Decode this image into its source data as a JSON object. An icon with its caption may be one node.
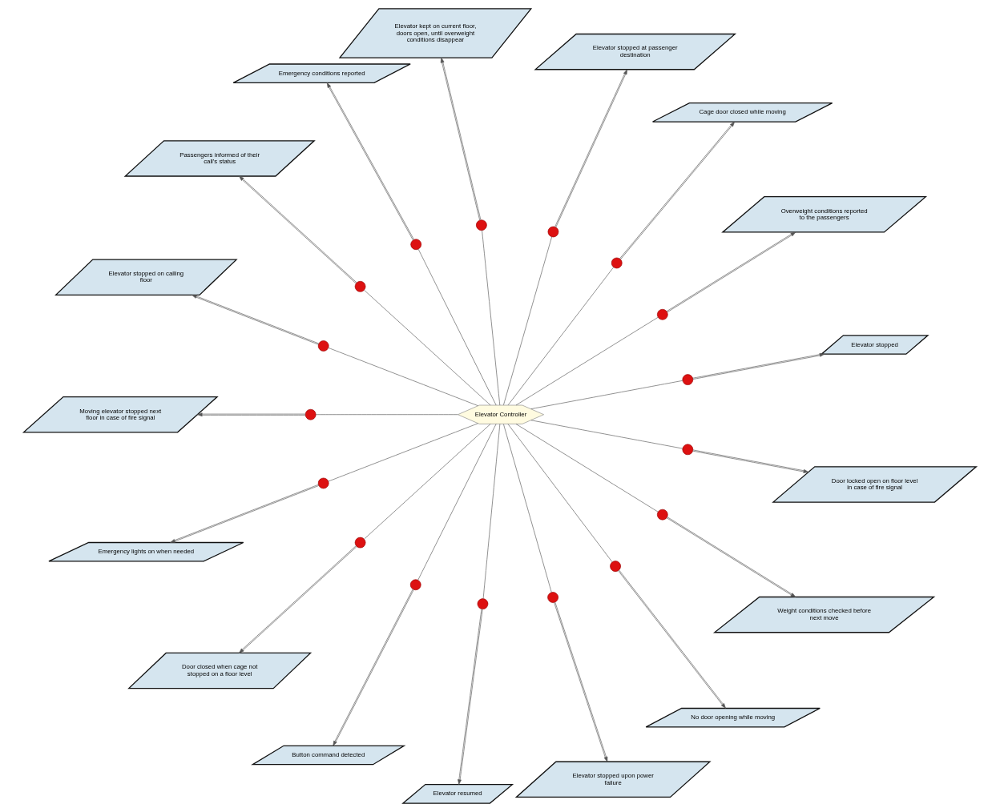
{
  "diagram": {
    "nodes": [
      {
        "text": [
          "Elevator Controller"
        ]
      },
      {
        "text": [
          "Elevator stopped"
        ]
      },
      {
        "text": [
          "Overweight conditions reported to the passengers"
        ]
      },
      {
        "text": [
          "Cage door closed while moving"
        ]
      },
      {
        "text": [
          "Elevator stopped at passenger destination"
        ]
      },
      {
        "text": [
          "Elevator kept on current floor, doors open, until overweight conditions disappear"
        ]
      },
      {
        "text": [
          "Emergency conditions reported"
        ]
      },
      {
        "text": [
          "Passengers informed of their call's status"
        ]
      },
      {
        "text": [
          "Elevator stopped on calling floor"
        ]
      },
      {
        "text": [
          "Moving elevator stopped next floor in case of fire signal"
        ]
      },
      {
        "text": [
          "Emergency lights on when needed"
        ]
      },
      {
        "text": [
          "Door closed when cage not stopped on a floor level"
        ]
      },
      {
        "text": [
          "Button command detected"
        ]
      },
      {
        "text": [
          "Elevator resumed"
        ]
      },
      {
        "text": [
          "Elevator stopped upon power failure"
        ]
      },
      {
        "text": [
          "No door opening while moving"
        ]
      },
      {
        "text": [
          "Weight conditions checked before next move"
        ]
      },
      {
        "text": [
          "Door locked open on floor level in case of fire signal"
        ]
      },
      {
        "text": [],
        "shape": "circle"
      },
      {
        "text": [],
        "shape": "circle"
      },
      {
        "text": [],
        "shape": "circle"
      },
      {
        "text": [],
        "shape": "circle"
      },
      {
        "text": [],
        "shape": "circle"
      },
      {
        "text": [],
        "shape": "circle"
      },
      {
        "text": [],
        "shape": "circle"
      },
      {
        "text": [],
        "shape": "circle"
      },
      {
        "text": [],
        "shape": "circle"
      },
      {
        "text": [],
        "shape": "circle"
      },
      {
        "text": [],
        "shape": "circle"
      },
      {
        "text": [],
        "shape": "circle"
      },
      {
        "text": [],
        "shape": "circle"
      },
      {
        "text": [],
        "shape": "circle"
      },
      {
        "text": [],
        "shape": "circle"
      },
      {
        "text": [],
        "shape": "circle"
      },
      {
        "text": [],
        "shape": "circle"
      }
    ],
    "edges": [
      {
        "from": 0,
        "to": 18,
        "arrow": "none"
      },
      {
        "from": 18,
        "to": 1,
        "arrow": "to"
      },
      {
        "from": 0,
        "to": 19,
        "arrow": "none"
      },
      {
        "from": 19,
        "to": 2,
        "arrow": "to"
      },
      {
        "from": 0,
        "to": 20,
        "arrow": "none"
      },
      {
        "from": 20,
        "to": 3,
        "arrow": "to"
      },
      {
        "from": 0,
        "to": 21,
        "arrow": "none"
      },
      {
        "from": 21,
        "to": 4,
        "arrow": "to"
      },
      {
        "from": 0,
        "to": 22,
        "arrow": "none"
      },
      {
        "from": 22,
        "to": 5,
        "arrow": "to"
      },
      {
        "from": 0,
        "to": 23,
        "arrow": "none"
      },
      {
        "from": 23,
        "to": 6,
        "arrow": "to"
      },
      {
        "from": 0,
        "to": 24,
        "arrow": "none"
      },
      {
        "from": 24,
        "to": 7,
        "arrow": "to"
      },
      {
        "from": 0,
        "to": 25,
        "arrow": "none"
      },
      {
        "from": 25,
        "to": 8,
        "arrow": "to"
      },
      {
        "from": 0,
        "to": 26,
        "arrow": "none"
      },
      {
        "from": 26,
        "to": 9,
        "arrow": "to"
      },
      {
        "from": 0,
        "to": 27,
        "arrow": "none"
      },
      {
        "from": 27,
        "to": 10,
        "arrow": "to"
      },
      {
        "from": 0,
        "to": 28,
        "arrow": "none"
      },
      {
        "from": 28,
        "to": 11,
        "arrow": "to"
      },
      {
        "from": 0,
        "to": 29,
        "arrow": "none"
      },
      {
        "from": 29,
        "to": 12,
        "arrow": "to"
      },
      {
        "from": 0,
        "to": 30,
        "arrow": "none"
      },
      {
        "from": 30,
        "to": 13,
        "arrow": "to"
      },
      {
        "from": 0,
        "to": 31,
        "arrow": "none"
      },
      {
        "from": 31,
        "to": 14,
        "arrow": "to"
      },
      {
        "from": 0,
        "to": 32,
        "arrow": "none"
      },
      {
        "from": 32,
        "to": 15,
        "arrow": "to"
      },
      {
        "from": 0,
        "to": 33,
        "arrow": "none"
      },
      {
        "from": 33,
        "to": 16,
        "arrow": "to"
      },
      {
        "from": 0,
        "to": 34,
        "arrow": "none"
      },
      {
        "from": 34,
        "to": 17,
        "arrow": "to"
      }
    ]
  }
}
